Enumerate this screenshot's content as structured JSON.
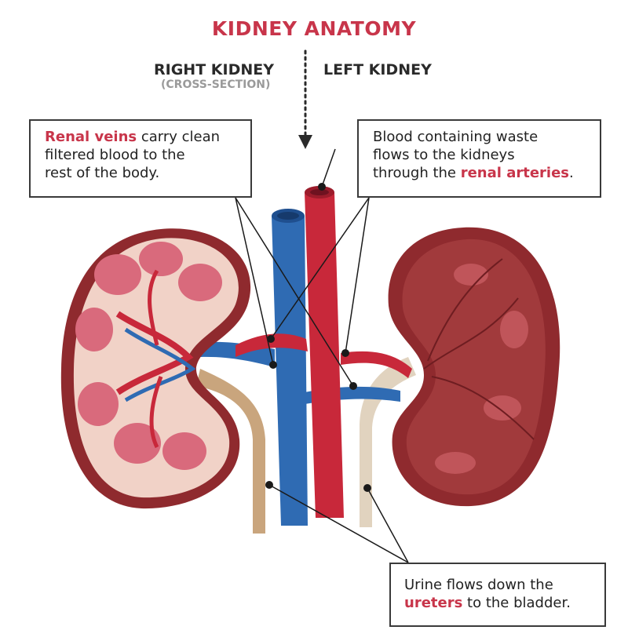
{
  "title": "KIDNEY ANATOMY",
  "labels": {
    "right_kidney": "RIGHT KIDNEY",
    "right_kidney_sub": "(CROSS-SECTION)",
    "left_kidney": "LEFT KIDNEY"
  },
  "callouts": {
    "renal_veins": {
      "highlight": "Renal veins",
      "line1_rest": " carry clean",
      "line2": "filtered blood to the",
      "line3": "rest of the body."
    },
    "renal_arteries": {
      "line1": "Blood containing waste",
      "line2": "flows to the kidneys",
      "line3_pre": "through the ",
      "highlight": "renal arteries",
      "line3_post": "."
    },
    "ureters": {
      "line1": "Urine flows down the",
      "highlight": "ureters",
      "line2_post": " to the bladder."
    }
  },
  "colors": {
    "accent": "#c8354a",
    "vein_blue": "#2f6bb3",
    "artery_red": "#c8283a",
    "kidney_dark": "#8f2a2e",
    "ureter_tan": "#c9a57d"
  }
}
